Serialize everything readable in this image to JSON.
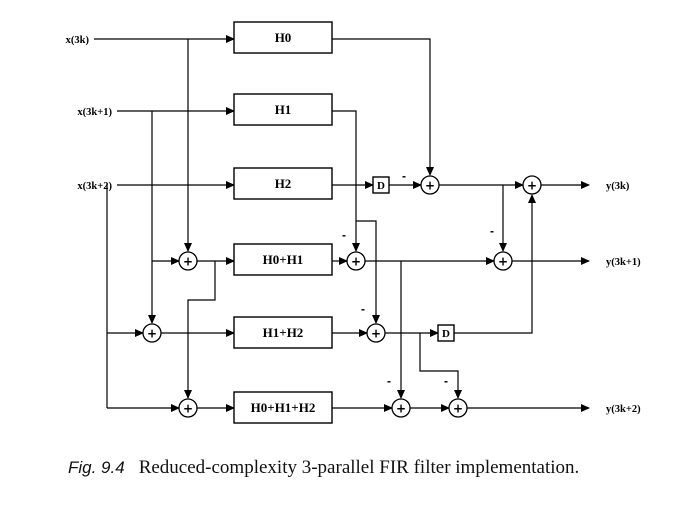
{
  "inputs": [
    "x(3k)",
    "x(3k+1)",
    "x(3k+2)"
  ],
  "outputs": [
    "y(3k)",
    "y(3k+1)",
    "y(3k+2)"
  ],
  "filters": [
    "H0",
    "H1",
    "H2",
    "H0+H1",
    "H1+H2",
    "H0+H1+H2"
  ],
  "delay_label": "D",
  "adder_symbol": "+",
  "minus_sign": "-",
  "caption": {
    "figure_number": "Fig. 9.4",
    "text": "Reduced-complexity 3-parallel FIR filter implementation."
  }
}
